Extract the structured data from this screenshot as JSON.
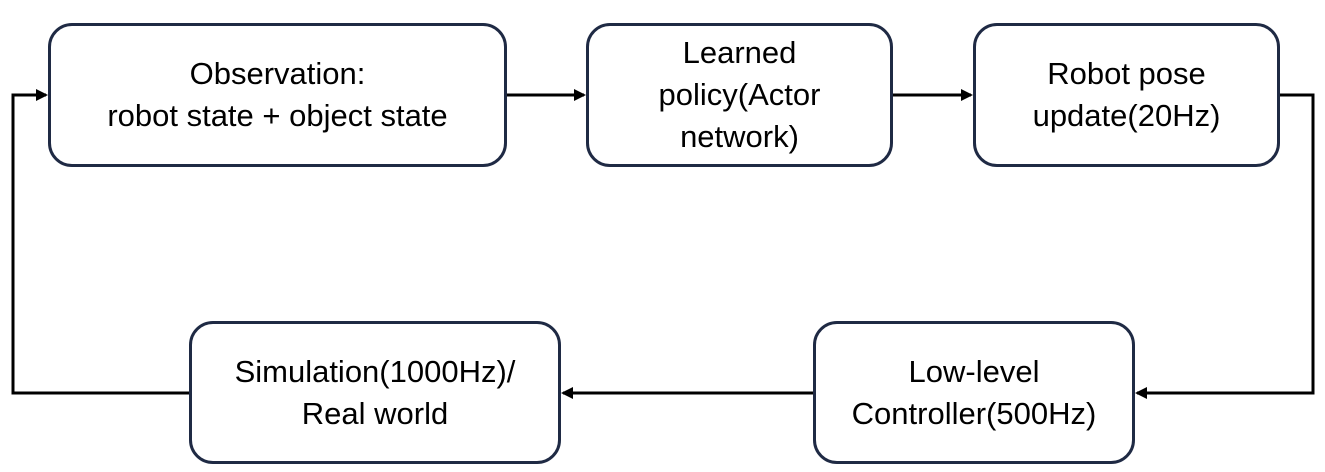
{
  "nodes": {
    "observation": {
      "lines": [
        "Observation:",
        "robot state + object state"
      ]
    },
    "policy": {
      "lines": [
        "Learned",
        "policy(Actor",
        "network)"
      ]
    },
    "pose": {
      "lines": [
        "Robot pose",
        "update(20Hz)"
      ]
    },
    "controller": {
      "lines": [
        "Low-level",
        "Controller(500Hz)"
      ]
    },
    "simulation": {
      "lines": [
        "Simulation(1000Hz)/",
        "Real world"
      ]
    }
  },
  "edges": [
    {
      "from": "observation",
      "to": "policy"
    },
    {
      "from": "policy",
      "to": "pose"
    },
    {
      "from": "pose",
      "to": "controller"
    },
    {
      "from": "controller",
      "to": "simulation"
    },
    {
      "from": "simulation",
      "to": "observation"
    }
  ],
  "colors": {
    "box_border": "#1f2a44",
    "arrow": "#000000",
    "text": "#000000",
    "background": "#ffffff"
  }
}
